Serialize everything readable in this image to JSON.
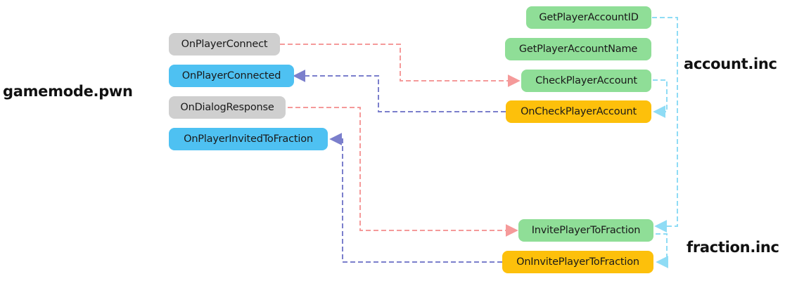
{
  "files": {
    "gamemode": "gamemode.pwn",
    "account": "account.inc",
    "fraction": "fraction.inc"
  },
  "nodes": {
    "on_player_connect": "OnPlayerConnect",
    "on_player_connected": "OnPlayerConnected",
    "on_dialog_response": "OnDialogResponse",
    "on_player_invited_to_fraction": "OnPlayerInvitedToFraction",
    "get_player_account_id": "GetPlayerAccountID",
    "get_player_account_name": "GetPlayerAccountName",
    "check_player_account": "CheckPlayerAccount",
    "on_check_player_account": "OnCheckPlayerAccount",
    "invite_player_to_fraction": "InvitePlayerToFraction",
    "on_invite_player_to_fraction": "OnInvitePlayerToFraction"
  },
  "colors": {
    "callback_gray": "#cfcfcf",
    "callback_blue": "#4ec1f2",
    "function_green": "#8fde97",
    "callback_orange": "#fdc00b",
    "call_red": "#f59a9a",
    "return_purple": "#7b7fcc",
    "internal_cyan": "#8fdcf5"
  },
  "connections": [
    {
      "from": "OnPlayerConnect",
      "to": "CheckPlayerAccount",
      "kind": "call"
    },
    {
      "from": "OnCheckPlayerAccount",
      "to": "OnPlayerConnected",
      "kind": "return"
    },
    {
      "from": "OnDialogResponse",
      "to": "InvitePlayerToFraction",
      "kind": "call"
    },
    {
      "from": "OnInvitePlayerToFraction",
      "to": "OnPlayerInvitedToFraction",
      "kind": "return"
    },
    {
      "from": "GetPlayerAccountID",
      "to": "InvitePlayerToFraction",
      "kind": "internal"
    },
    {
      "from": "CheckPlayerAccount",
      "to": "OnCheckPlayerAccount",
      "kind": "internal"
    },
    {
      "from": "InvitePlayerToFraction",
      "to": "OnInvitePlayerToFraction",
      "kind": "internal"
    }
  ]
}
